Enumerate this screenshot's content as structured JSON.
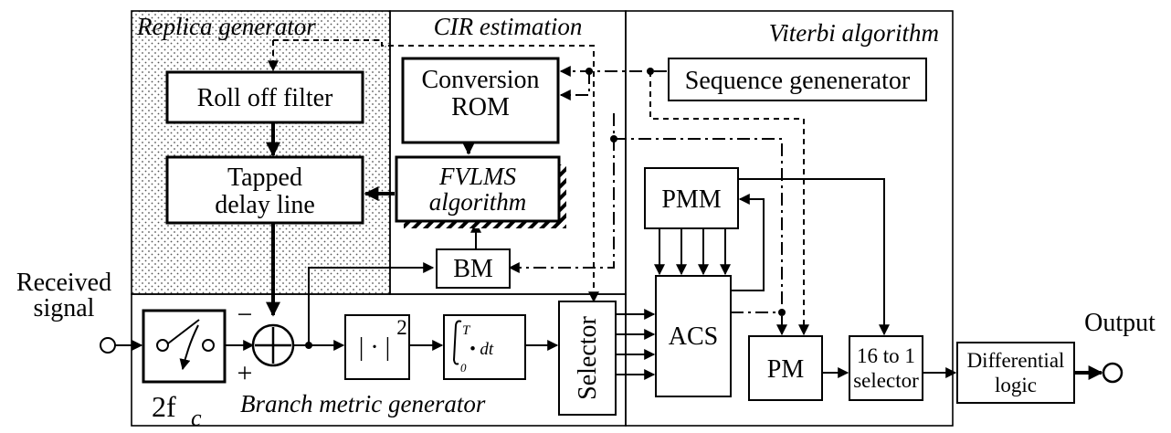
{
  "regions": {
    "replica": "Replica generator",
    "cir": "CIR estimation",
    "viterbi": "Viterbi  algorithm",
    "branch": "Branch metric generator"
  },
  "blocks": {
    "rolloff": "Roll off filter",
    "tapped_1": "Tapped",
    "tapped_2": "delay line",
    "conversion_1": "Conversion",
    "conversion_2": "ROM",
    "fvlms_1": "FVLMS",
    "fvlms_2": "algorithm",
    "sequence": "Sequence genenerator",
    "bm": "BM",
    "pmm": "PMM",
    "acs": "ACS",
    "pm": "PM",
    "selector16_1": "16 to 1",
    "selector16_2": "selector",
    "differential_1": "Differential",
    "differential_2": "logic",
    "selector": "Selector"
  },
  "io": {
    "received_1": "Received",
    "received_2": "signal",
    "output": "Output"
  },
  "symbols": {
    "minus": "−",
    "plus": "+",
    "sampling_freq": "2f",
    "sampling_sub": "c",
    "abs_squared": "| · |",
    "square": "2",
    "integral_upper": "T",
    "integral_lower": "0",
    "integral_body": "• dt"
  }
}
